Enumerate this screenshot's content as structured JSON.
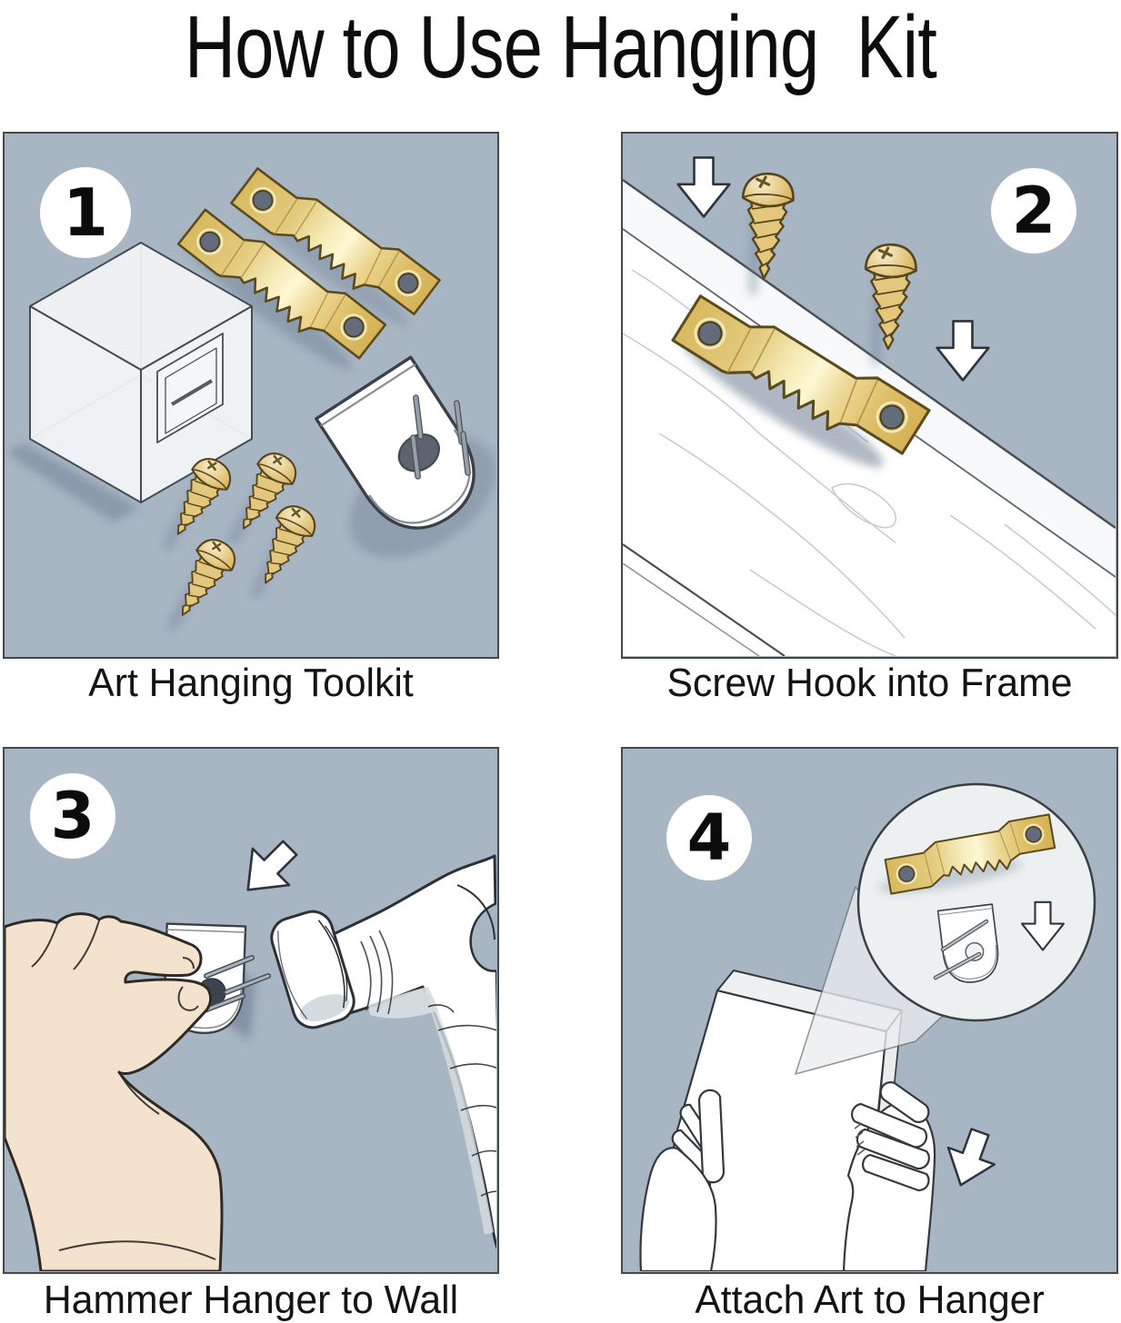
{
  "title": "How to Use Hanging  Kit",
  "panels": [
    {
      "number": "1",
      "caption": "Art Hanging Toolkit"
    },
    {
      "number": "2",
      "caption": "Screw Hook into Frame"
    },
    {
      "number": "3",
      "caption": "Hammer Hanger to Wall"
    },
    {
      "number": "4",
      "caption": "Attach Art to Hanger"
    }
  ],
  "colors": {
    "page_bg": "#ffffff",
    "panel_bg": "#a8b5c3",
    "panel_border": "#43484e",
    "text": "#141414",
    "brass": "#d8b95e",
    "brass_light": "#fdf7d4",
    "brass_outline": "#5b4a1e",
    "screw_gold": "#e2c77c",
    "skin": "#f3e2ce",
    "object_white": "#ffffff",
    "shadow": "#6d7f94"
  }
}
